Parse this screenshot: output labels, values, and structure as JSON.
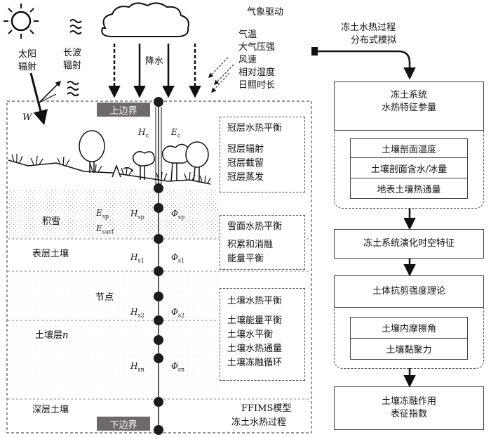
{
  "atmosphere": {
    "drivers_title": "气象驱动",
    "drivers": [
      "气温",
      "大气压强",
      "风速",
      "相对湿度",
      "日照时长"
    ],
    "solar": [
      "太阳",
      "辐射"
    ],
    "longwave": [
      "长波",
      "辐射"
    ],
    "precip": "降水",
    "wind_label": "W"
  },
  "column": {
    "upper_boundary": "上边界",
    "lower_boundary": "下边界",
    "layers": {
      "snow": "积雪",
      "surface_soil": "表层土壤",
      "node": "节点",
      "soil_layer": "土壤层",
      "soil_layer_n": "n",
      "deep_soil": "深层土壤"
    },
    "symbols": {
      "Hc": {
        "base": "H",
        "sub": "c"
      },
      "Ec": {
        "base": "E",
        "sub": "c"
      },
      "Esp": {
        "base": "E",
        "sub": "sp"
      },
      "Esurf": {
        "base": "E",
        "sub": "surf"
      },
      "Hsp": {
        "base": "H",
        "sub": "sp"
      },
      "Phisp": {
        "base": "Φ",
        "sub": "sp"
      },
      "Hs1": {
        "base": "H",
        "sub": "s1"
      },
      "Phis1": {
        "base": "Φ",
        "sub": "s1"
      },
      "Hs2": {
        "base": "H",
        "sub": "s2"
      },
      "Phis2": {
        "base": "Φ",
        "sub": "s2"
      },
      "Hsn": {
        "base": "H",
        "sub": "sn"
      },
      "Phisn": {
        "base": "Φ",
        "sub": "sn"
      }
    },
    "canopy_panel": [
      "冠层水热平衡",
      "冠层辐射",
      "冠层截留",
      "冠层蒸发"
    ],
    "snow_panel": [
      "雪面水热平衡",
      "积累和消融",
      "能量平衡"
    ],
    "soil_panel": [
      "土壤水热平衡",
      "土壤能量平衡",
      "土壤水平衡",
      "土壤水热通量",
      "土壤冻融循环"
    ],
    "model_name": [
      "FFIMS模型",
      "冻土水热过程"
    ]
  },
  "flow": {
    "start": [
      "冻土水热过程",
      "分布式模拟"
    ],
    "box1_title": [
      "冻土系统",
      "水热特征参量"
    ],
    "box1_items": [
      "土壤剖面温度",
      "土壤剖面含水/冰量",
      "地表土壤热通量"
    ],
    "box2": "冻土系统演化时空特征",
    "box3_title": "土体抗剪强度理论",
    "box3_items": [
      "土壤内摩擦角",
      "土壤黏聚力"
    ],
    "box4": [
      "土壤冻融作用",
      "表征指数"
    ]
  },
  "colors": {
    "boundary_fill": "#6e6a6b",
    "node_fill": "#1c1c1c",
    "snow_dots": "#9a9a9a",
    "line": "#222222"
  }
}
